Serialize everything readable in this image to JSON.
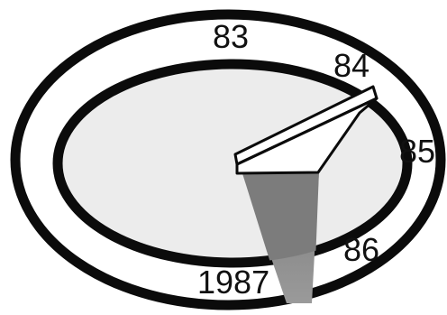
{
  "labels": {
    "outer_top": "83",
    "inner_top_right": "84",
    "inner_right": "85",
    "inner_bottom_right": "86",
    "outer_bottom": "1987"
  },
  "colors": {
    "ring_stroke": "#0b0b0b",
    "inner_fill": "#ececec",
    "outer_fill": "#ffffff",
    "wedge_fill": "#8a8a8a",
    "board_fill": "#ffffff"
  }
}
